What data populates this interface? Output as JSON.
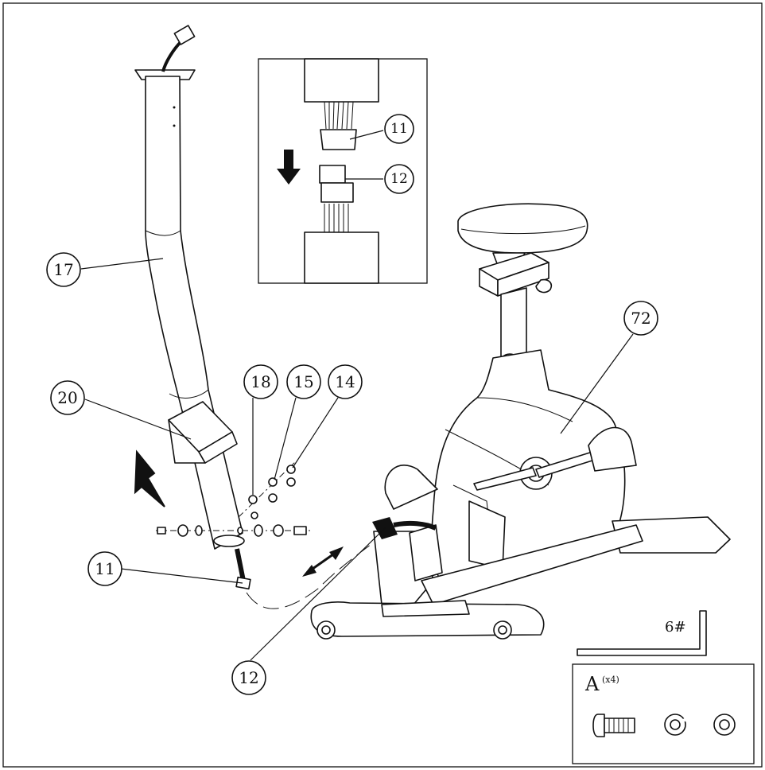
{
  "callouts": {
    "c17": "17",
    "c20": "20",
    "c11_main": "11",
    "c12_main": "12",
    "c18": "18",
    "c15": "15",
    "c14": "14",
    "c72": "72",
    "c11_inset": "11",
    "c12_inset": "12"
  },
  "tool": {
    "size_label": "6#"
  },
  "hardware": {
    "letter": "A",
    "quantity": "(x4)"
  }
}
